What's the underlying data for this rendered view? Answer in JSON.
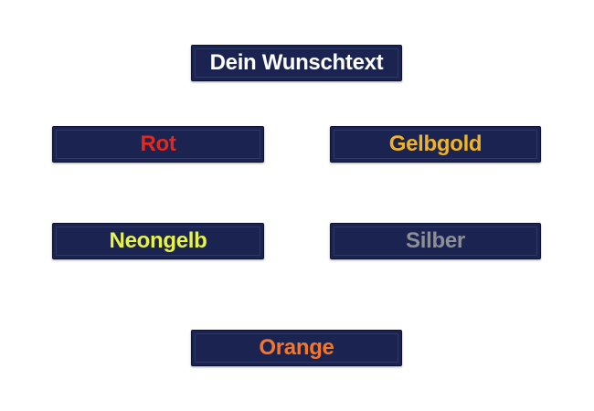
{
  "patches": [
    {
      "label": "Dein Wunschtext",
      "text_color": "#ffffff"
    },
    {
      "label": "Rot",
      "text_color": "#e3281c"
    },
    {
      "label": "Gelbgold",
      "text_color": "#f0b325"
    },
    {
      "label": "Neongelb",
      "text_color": "#e8f34a"
    },
    {
      "label": "Silber",
      "text_color": "#8c8f98"
    },
    {
      "label": "Orange",
      "text_color": "#f3762a"
    }
  ],
  "colors": {
    "patch_fabric": "#1b2350",
    "background": "#ffffff"
  }
}
